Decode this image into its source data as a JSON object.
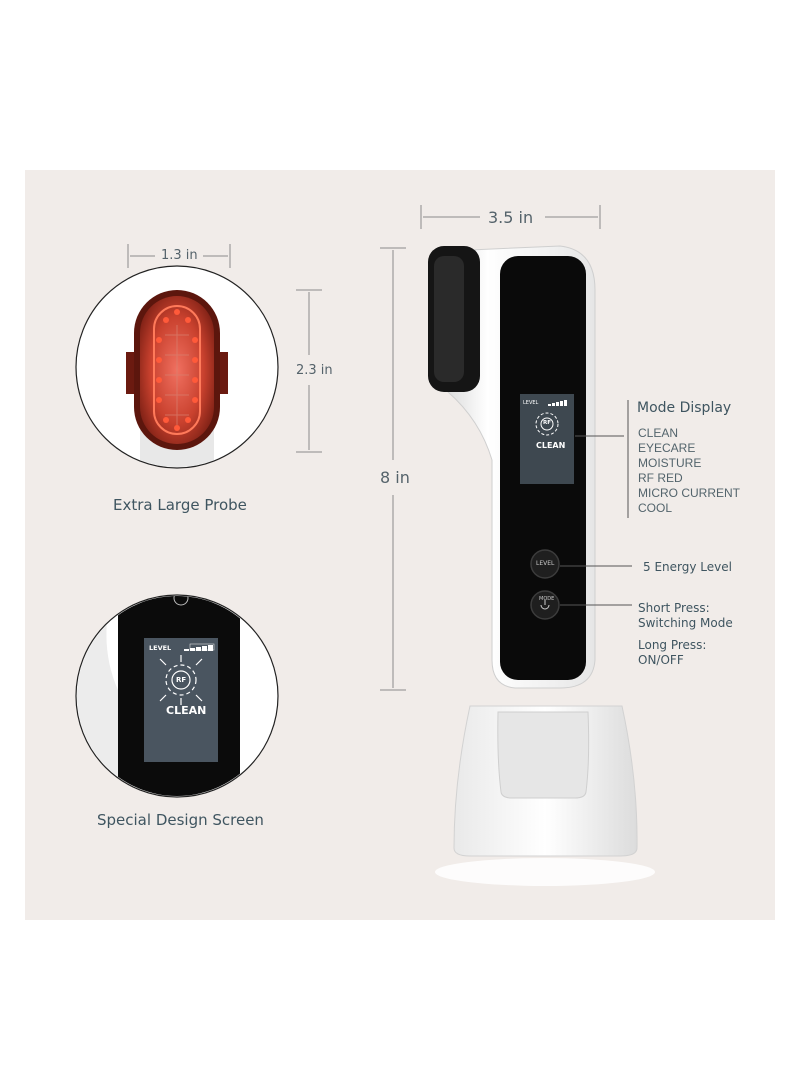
{
  "dimensions": {
    "probe_width": "1.3 in",
    "probe_height": "2.3 in",
    "device_width": "3.5 in",
    "device_height": "8 in"
  },
  "captions": {
    "probe": "Extra Large Probe",
    "screen": "Special Design Screen"
  },
  "screen_ui": {
    "level_label": "LEVEL",
    "rf_label": "RF",
    "mode_label": "CLEAN"
  },
  "device_buttons": {
    "level_button": "LEVEL",
    "mode_button": "MODE"
  },
  "mode_display": {
    "title": "Mode Display",
    "modes": [
      "CLEAN",
      "EYECARE",
      "MOISTURE",
      "RF RED",
      "MICRO CURRENT",
      "COOL"
    ]
  },
  "energy_level_note": "5 Energy Level",
  "mode_button_notes": {
    "short_press_title": "Short Press:",
    "short_press_desc": "Switching Mode",
    "long_press_title": "Long Press:",
    "long_press_desc": "ON/OFF"
  },
  "colors": {
    "panel_bg": "#f1ece9",
    "text": "#3f5560",
    "red_glow": "#e8402a"
  }
}
